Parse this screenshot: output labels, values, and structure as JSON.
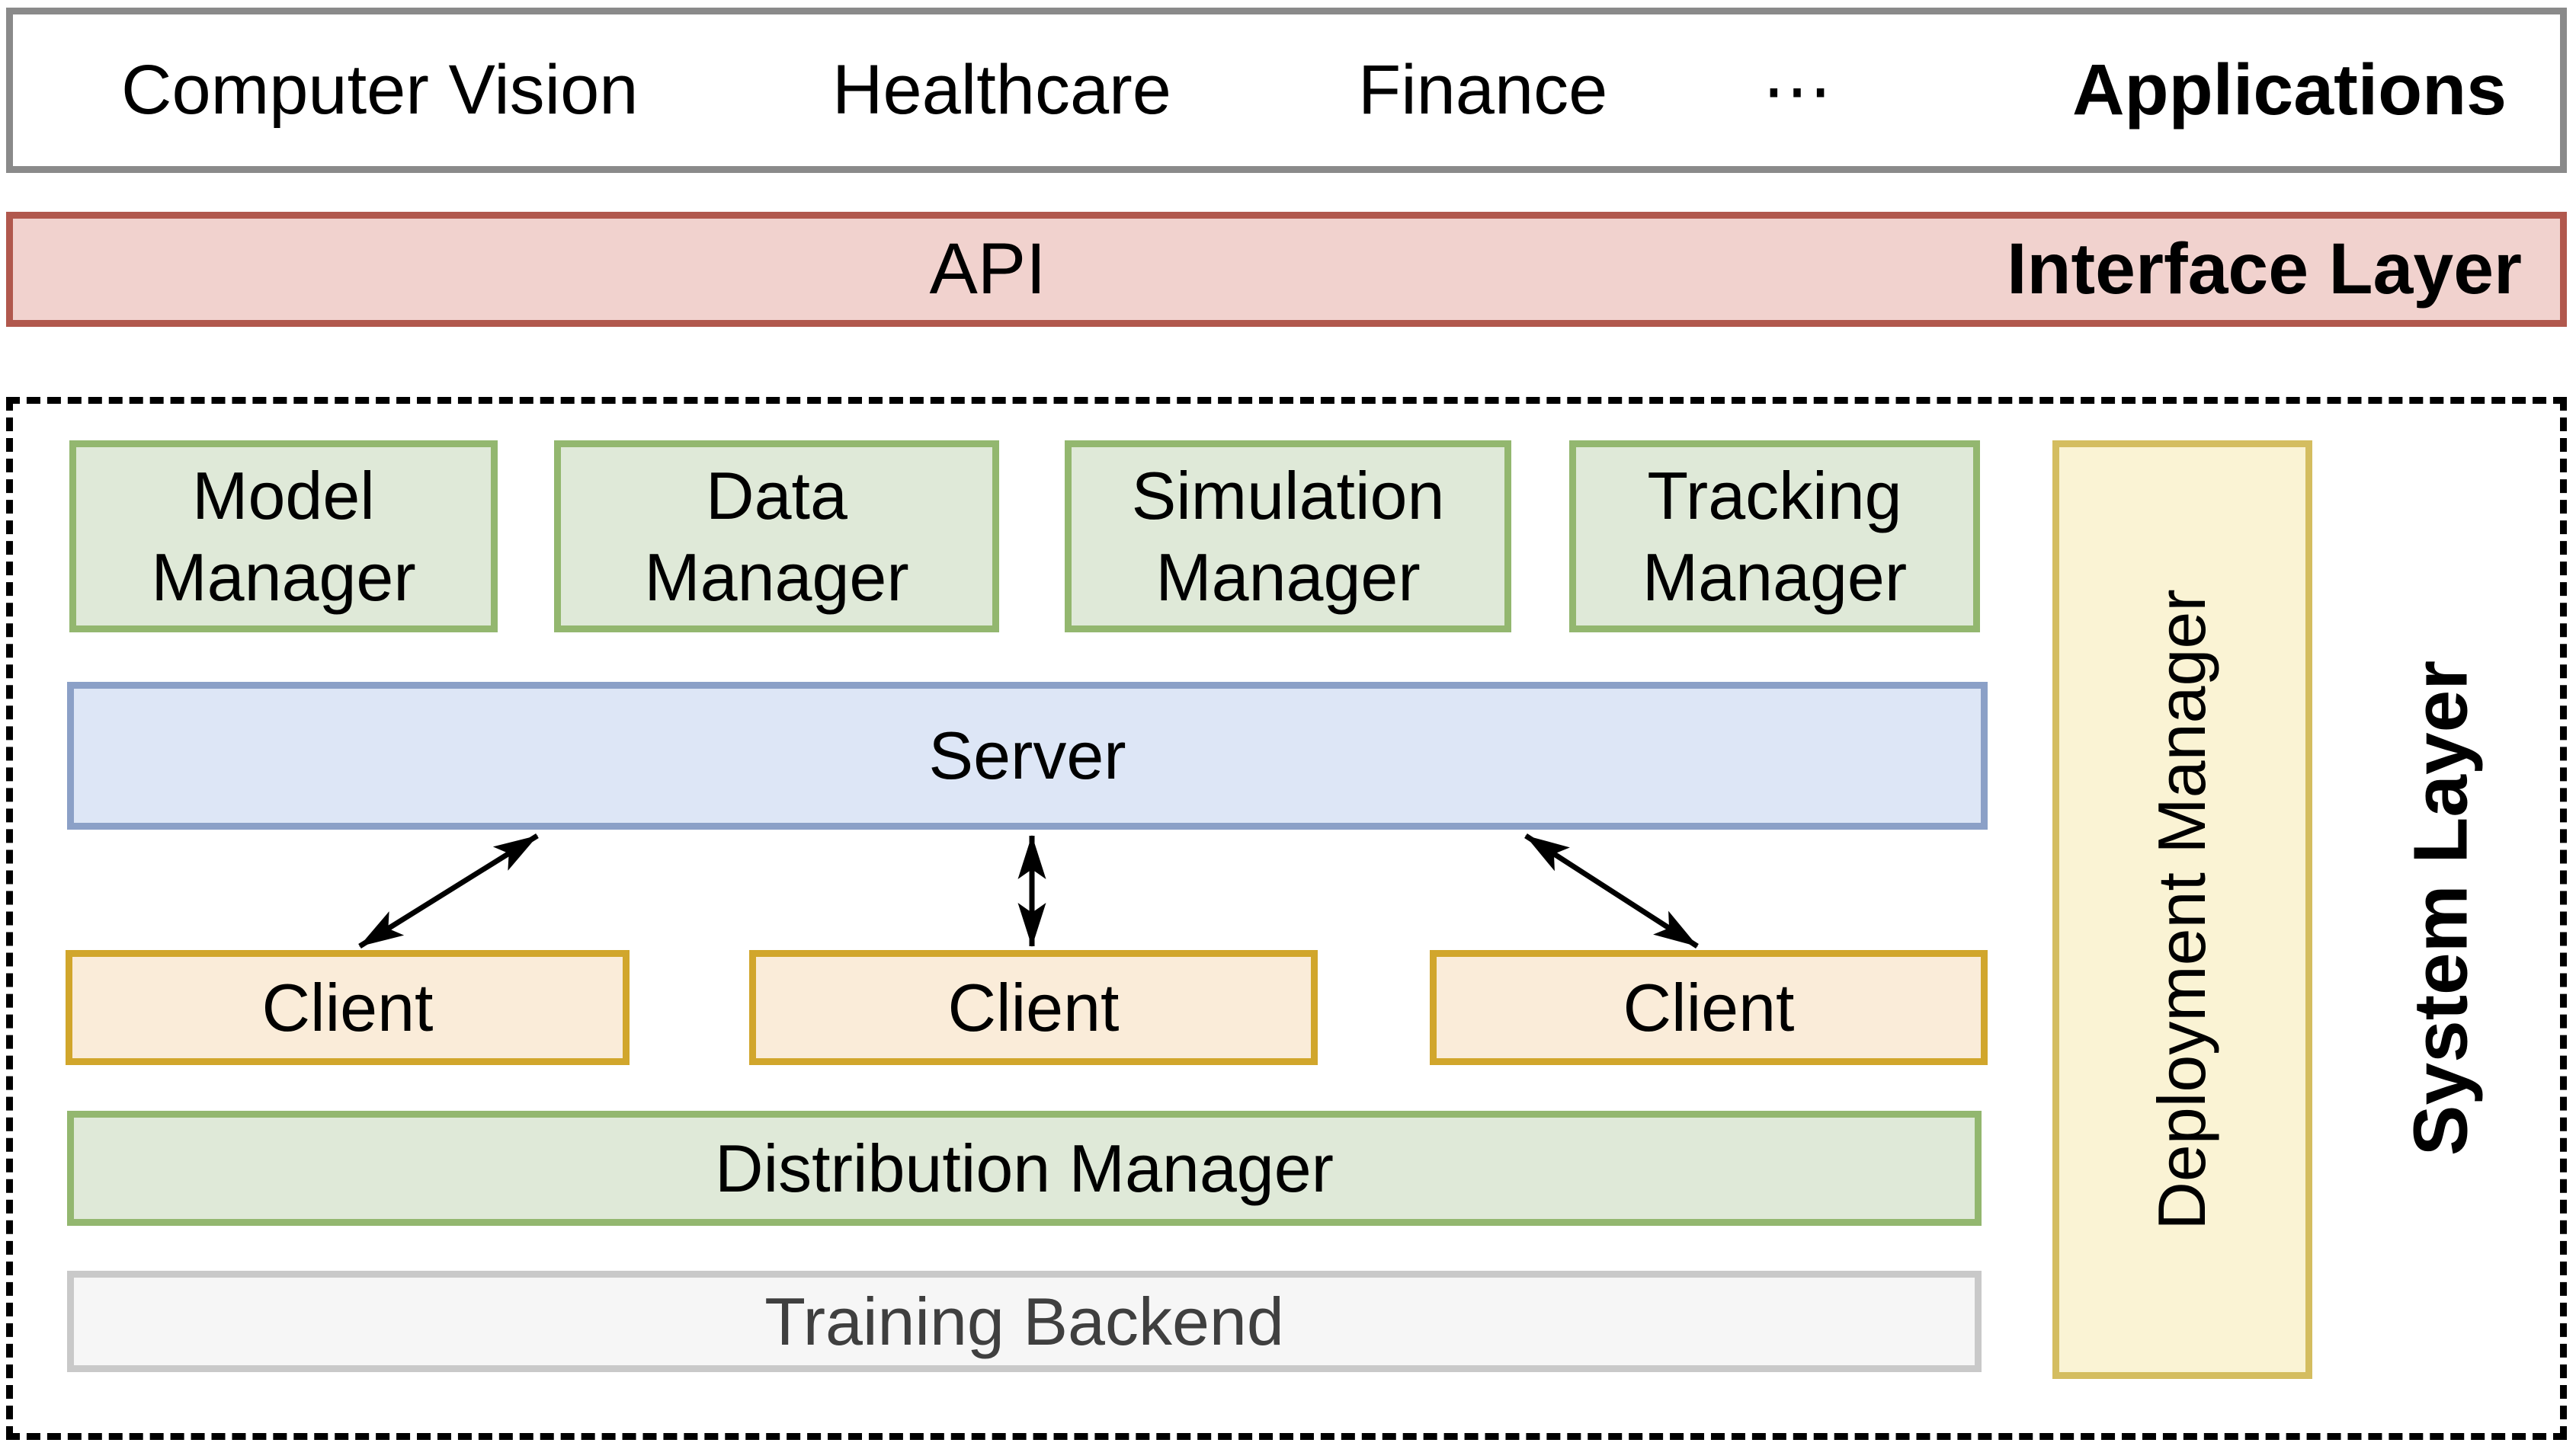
{
  "applications_bar": {
    "items": [
      "Computer Vision",
      "Healthcare",
      "Finance",
      "⋯"
    ],
    "label": "Applications"
  },
  "interface_layer": {
    "api": "API",
    "label": "Interface Layer"
  },
  "system_layer": {
    "label": "System Layer",
    "managers": [
      {
        "lines": [
          "Model",
          "Manager"
        ]
      },
      {
        "lines": [
          "Data",
          "Manager"
        ]
      },
      {
        "lines": [
          "Simulation",
          "Manager"
        ]
      },
      {
        "lines": [
          "Tracking",
          "Manager"
        ]
      }
    ],
    "server": "Server",
    "clients": [
      "Client",
      "Client",
      "Client"
    ],
    "distribution": "Distribution Manager",
    "training": "Training Backend",
    "deployment": "Deployment Manager"
  },
  "colors": {
    "gray-stroke": "#8a8a8a",
    "red-stroke": "#b1584d",
    "red-fill": "#f1d2ce",
    "green-stroke": "#93b76f",
    "green-fill": "#dfe9d8",
    "blue-stroke": "#8ba0c7",
    "blue-fill": "#dde6f6",
    "orange-stroke": "#d1a62c",
    "orange-fill": "#faecd9",
    "yellow-stroke": "#d4bd60",
    "yellow-fill": "#faf3d4",
    "lightgray-stroke": "#c9c9c9",
    "lightgray-fill": "#f6f6f6",
    "muted-text": "#3f3f3f"
  }
}
